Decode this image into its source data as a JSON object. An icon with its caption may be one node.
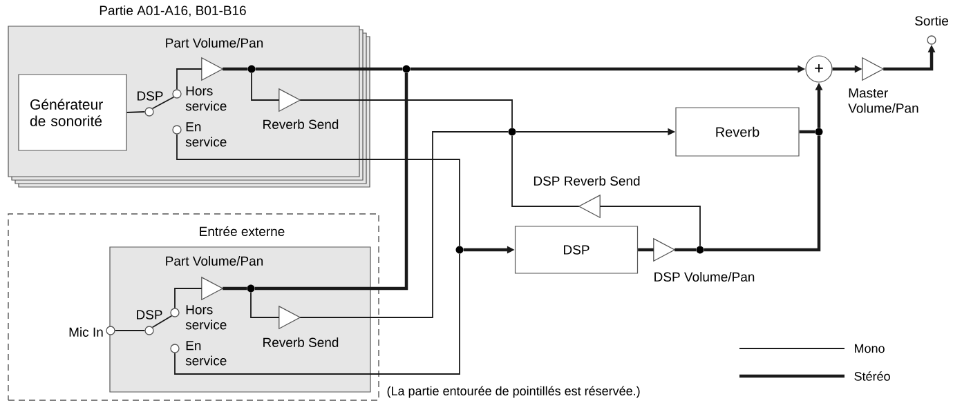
{
  "diagram": {
    "nodes": [
      {
        "text": [
          "Partie A01-A16, B01-B16"
        ]
      },
      {
        "text": [
          "Générateur de sonorité"
        ],
        "in": 0
      },
      {
        "text": [],
        "shape": "circle",
        "beside": [
          "DSP"
        ],
        "in": 0
      },
      {
        "text": [],
        "shape": "circle",
        "beside": [
          "Hors service"
        ],
        "in": 0
      },
      {
        "text": [],
        "shape": "circle",
        "beside": [
          "En service"
        ],
        "in": 0
      },
      {
        "text": [],
        "shape": "triangle",
        "beside": [
          "Part Volume/Pan"
        ],
        "in": 0
      },
      {
        "text": [],
        "shape": "dot",
        "in": 0
      },
      {
        "text": [],
        "shape": "triangle",
        "beside": [
          "Reverb Send"
        ],
        "in": 0
      },
      {
        "text": [
          "Entrée externe"
        ]
      },
      {
        "text": [],
        "shape": "box",
        "in": 8
      },
      {
        "text": [],
        "shape": "circle",
        "beside": [
          "Mic In"
        ],
        "in": 9
      },
      {
        "text": [],
        "shape": "circle",
        "beside": [
          "DSP"
        ],
        "in": 9
      },
      {
        "text": [],
        "shape": "circle",
        "beside": [
          "Hors service"
        ],
        "in": 9
      },
      {
        "text": [],
        "shape": "circle",
        "beside": [
          "En service"
        ],
        "in": 9
      },
      {
        "text": [],
        "shape": "triangle",
        "beside": [
          "Part Volume/Pan"
        ],
        "in": 9
      },
      {
        "text": [],
        "shape": "dot",
        "in": 9
      },
      {
        "text": [],
        "shape": "triangle",
        "beside": [
          "Reverb Send"
        ],
        "in": 9
      },
      {
        "text": [],
        "shape": "dot"
      },
      {
        "text": [],
        "shape": "dot"
      },
      {
        "text": [],
        "shape": "dot"
      },
      {
        "text": [
          "Reverb"
        ]
      },
      {
        "text": [
          "DSP"
        ]
      },
      {
        "text": [],
        "shape": "triangle",
        "beside": [
          "DSP Volume/Pan"
        ]
      },
      {
        "text": [],
        "shape": "dot"
      },
      {
        "text": [],
        "shape": "triangle",
        "beside": [
          "DSP Reverb Send"
        ]
      },
      {
        "text": [],
        "shape": "dot"
      },
      {
        "text": [
          "+"
        ]
      },
      {
        "text": [],
        "shape": "triangle",
        "beside": [
          "Master Volume/Pan"
        ]
      },
      {
        "text": [],
        "shape": "circle",
        "beside": [
          "Sortie"
        ]
      }
    ],
    "edges": [
      {
        "from": 1,
        "to": 2,
        "arrow": "none"
      },
      {
        "from": 2,
        "to": 3,
        "arrow": "none"
      },
      {
        "from": 3,
        "to": 5,
        "arrow": "none"
      },
      {
        "from": 5,
        "to": 6,
        "arrow": "none",
        "style": "thick"
      },
      {
        "from": 6,
        "to": 17,
        "arrow": "none",
        "style": "thick"
      },
      {
        "from": 17,
        "to": 26,
        "arrow": "to",
        "style": "thick"
      },
      {
        "from": 6,
        "to": 7,
        "arrow": "none"
      },
      {
        "from": 7,
        "to": 18,
        "arrow": "none"
      },
      {
        "from": 4,
        "to": 19,
        "arrow": "none"
      },
      {
        "from": 10,
        "to": 11,
        "arrow": "none"
      },
      {
        "from": 11,
        "to": 12,
        "arrow": "none"
      },
      {
        "from": 12,
        "to": 14,
        "arrow": "none"
      },
      {
        "from": 14,
        "to": 15,
        "arrow": "none",
        "style": "thick"
      },
      {
        "from": 15,
        "to": 17,
        "arrow": "none",
        "style": "thick"
      },
      {
        "from": 15,
        "to": 16,
        "arrow": "none"
      },
      {
        "from": 16,
        "to": 18,
        "arrow": "none"
      },
      {
        "from": 13,
        "to": 19,
        "arrow": "none"
      },
      {
        "from": 19,
        "to": 21,
        "arrow": "to",
        "style": "thick"
      },
      {
        "from": 21,
        "to": 22,
        "arrow": "none",
        "style": "thick"
      },
      {
        "from": 22,
        "to": 23,
        "arrow": "none",
        "style": "thick"
      },
      {
        "from": 23,
        "to": 24,
        "arrow": "none"
      },
      {
        "from": 24,
        "to": 18,
        "arrow": "none"
      },
      {
        "from": 18,
        "to": 20,
        "arrow": "to"
      },
      {
        "from": 20,
        "to": 25,
        "arrow": "none",
        "style": "thick"
      },
      {
        "from": 23,
        "to": 25,
        "arrow": "none",
        "style": "thick"
      },
      {
        "from": 25,
        "to": 26,
        "arrow": "to",
        "style": "thick"
      },
      {
        "from": 26,
        "to": 27,
        "arrow": "to",
        "style": "thick"
      },
      {
        "from": 27,
        "to": 28,
        "arrow": "to",
        "style": "thick"
      }
    ],
    "labels": [
      "(La partie entourée de pointillés est réservée.)"
    ],
    "legend": [
      {
        "text": "Mono"
      },
      {
        "text": "Stéréo"
      }
    ]
  }
}
